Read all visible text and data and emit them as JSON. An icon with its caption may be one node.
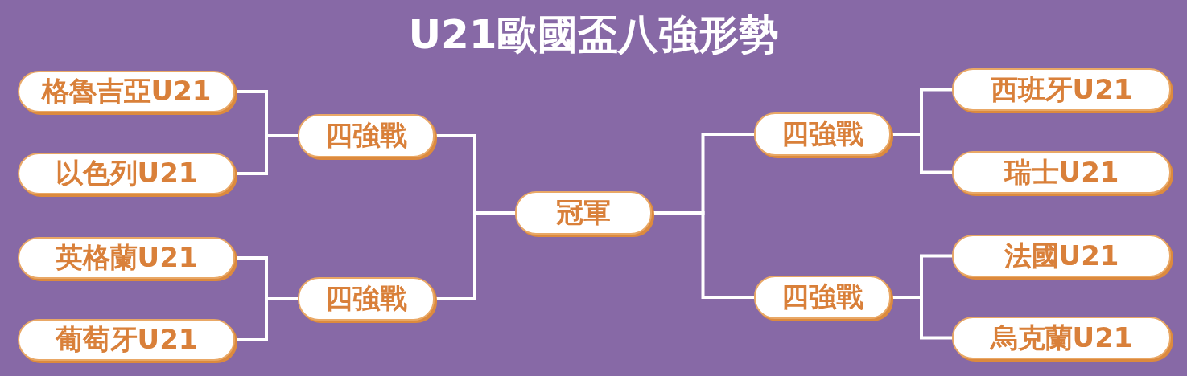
{
  "diagram": {
    "title": "U21歐國盃八強形勢",
    "nodes": [
      {
        "text": [
          "格魯吉亞U21"
        ]
      },
      {
        "text": [
          "以色列U21"
        ]
      },
      {
        "text": [
          "英格蘭U21"
        ]
      },
      {
        "text": [
          "葡萄牙U21"
        ]
      },
      {
        "text": [
          "四強戰"
        ]
      },
      {
        "text": [
          "四強戰"
        ]
      },
      {
        "text": [
          "冠軍"
        ]
      },
      {
        "text": [
          "四強戰"
        ]
      },
      {
        "text": [
          "四強戰"
        ]
      },
      {
        "text": [
          "西班牙U21"
        ]
      },
      {
        "text": [
          "瑞士U21"
        ]
      },
      {
        "text": [
          "法國U21"
        ]
      },
      {
        "text": [
          "烏克蘭U21"
        ]
      }
    ],
    "edges": [
      {
        "from": 0,
        "to": 4,
        "arrow": "none"
      },
      {
        "from": 1,
        "to": 4,
        "arrow": "none"
      },
      {
        "from": 2,
        "to": 5,
        "arrow": "none"
      },
      {
        "from": 3,
        "to": 5,
        "arrow": "none"
      },
      {
        "from": 4,
        "to": 6,
        "arrow": "none"
      },
      {
        "from": 5,
        "to": 6,
        "arrow": "none"
      },
      {
        "from": 9,
        "to": 7,
        "arrow": "none"
      },
      {
        "from": 10,
        "to": 7,
        "arrow": "none"
      },
      {
        "from": 11,
        "to": 8,
        "arrow": "none"
      },
      {
        "from": 12,
        "to": 8,
        "arrow": "none"
      },
      {
        "from": 7,
        "to": 6,
        "arrow": "none"
      },
      {
        "from": 8,
        "to": 6,
        "arrow": "none"
      }
    ]
  }
}
